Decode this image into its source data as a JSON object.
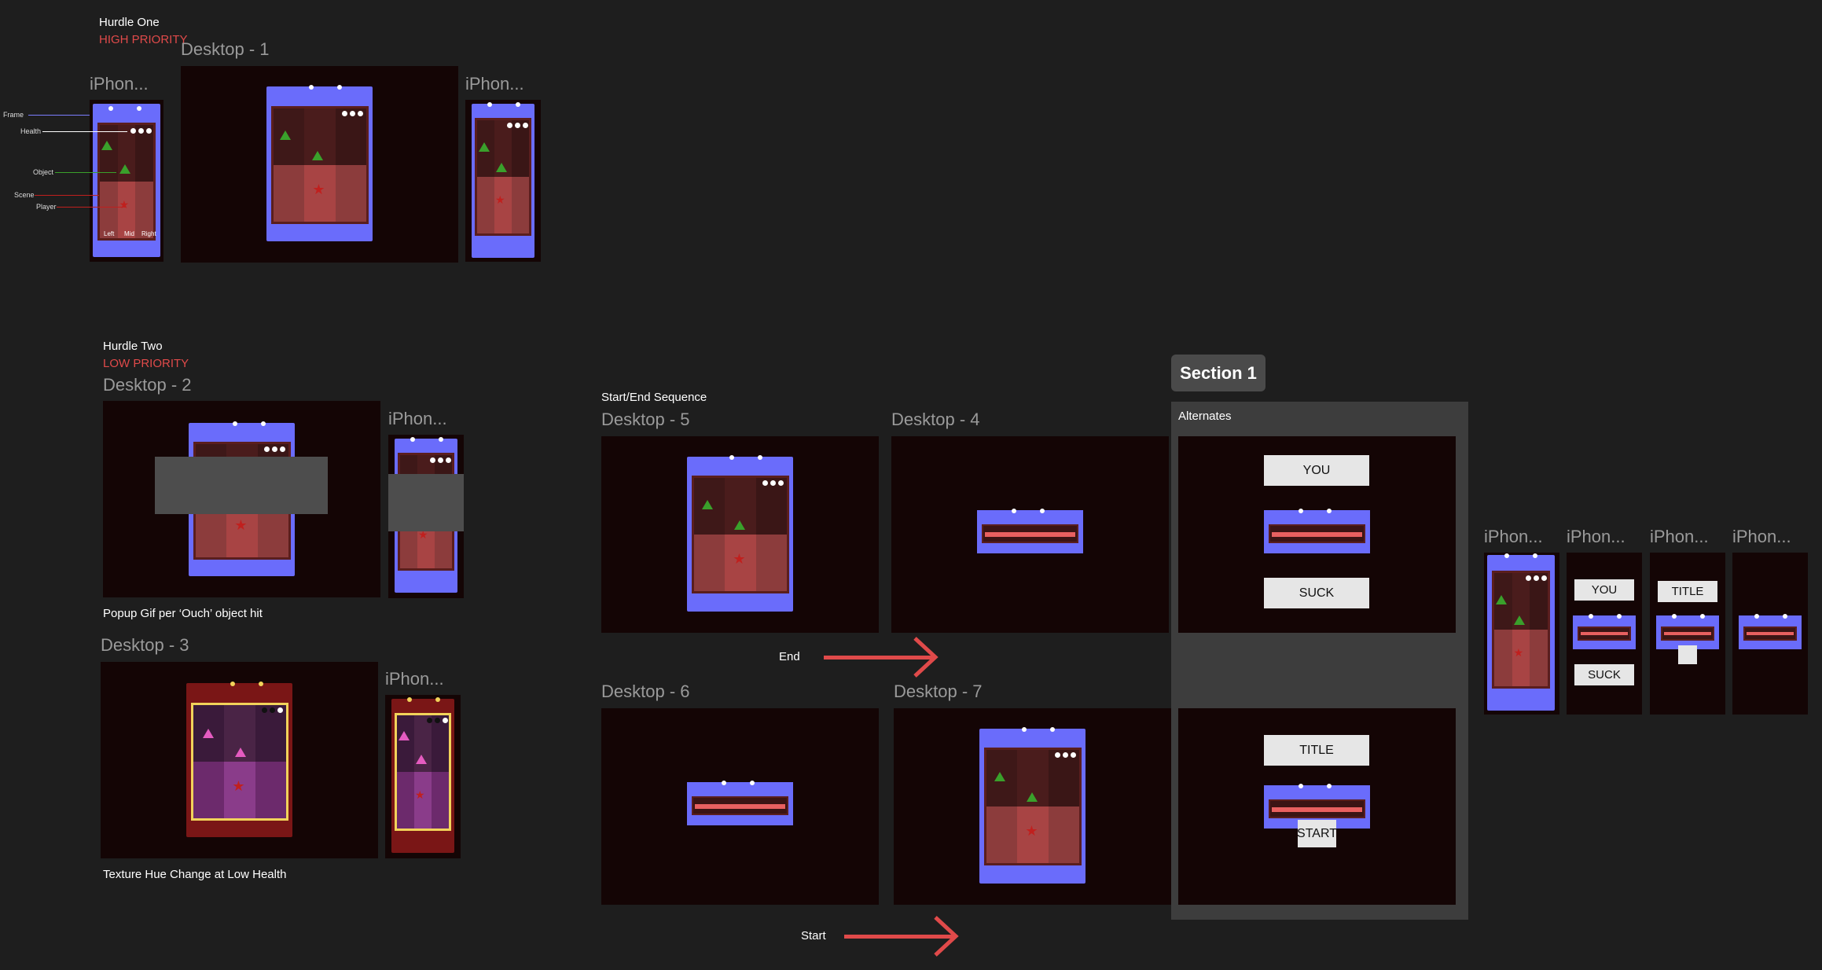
{
  "hurdle_one": {
    "title": "Hurdle One",
    "priority": "HIGH PRIORITY"
  },
  "hurdle_two": {
    "title": "Hurdle Two",
    "priority": "LOW PRIORITY",
    "caption_popup": "Popup Gif per ‘Ouch’ object hit",
    "caption_texture": "Texture Hue Change at Low Health"
  },
  "start_end": {
    "title": "Start/End Sequence",
    "end_label": "End",
    "start_label": "Start"
  },
  "frames": {
    "desktop_1": "Desktop - 1",
    "desktop_2": "Desktop - 2",
    "desktop_3": "Desktop - 3",
    "desktop_4": "Desktop - 4",
    "desktop_5": "Desktop - 5",
    "desktop_6": "Desktop - 6",
    "desktop_7": "Desktop - 7",
    "iphone": "iPhon..."
  },
  "annotations": {
    "frame": "Frame",
    "health": "Health",
    "object": "Object",
    "scene": "Scene",
    "player": "Player",
    "lanes": [
      "Left",
      "Mid",
      "Right"
    ]
  },
  "section": {
    "badge": "Section 1",
    "subtitle": "Alternates"
  },
  "buttons": {
    "you": "YOU",
    "suck": "SUCK",
    "title": "TITLE",
    "start": "START"
  },
  "colors": {
    "canvas": "#1e1e1e",
    "frame_bg": "#140505",
    "device": "#6a6cfb",
    "accent_red": "#e04a4a",
    "object_green": "#3aa02b"
  }
}
